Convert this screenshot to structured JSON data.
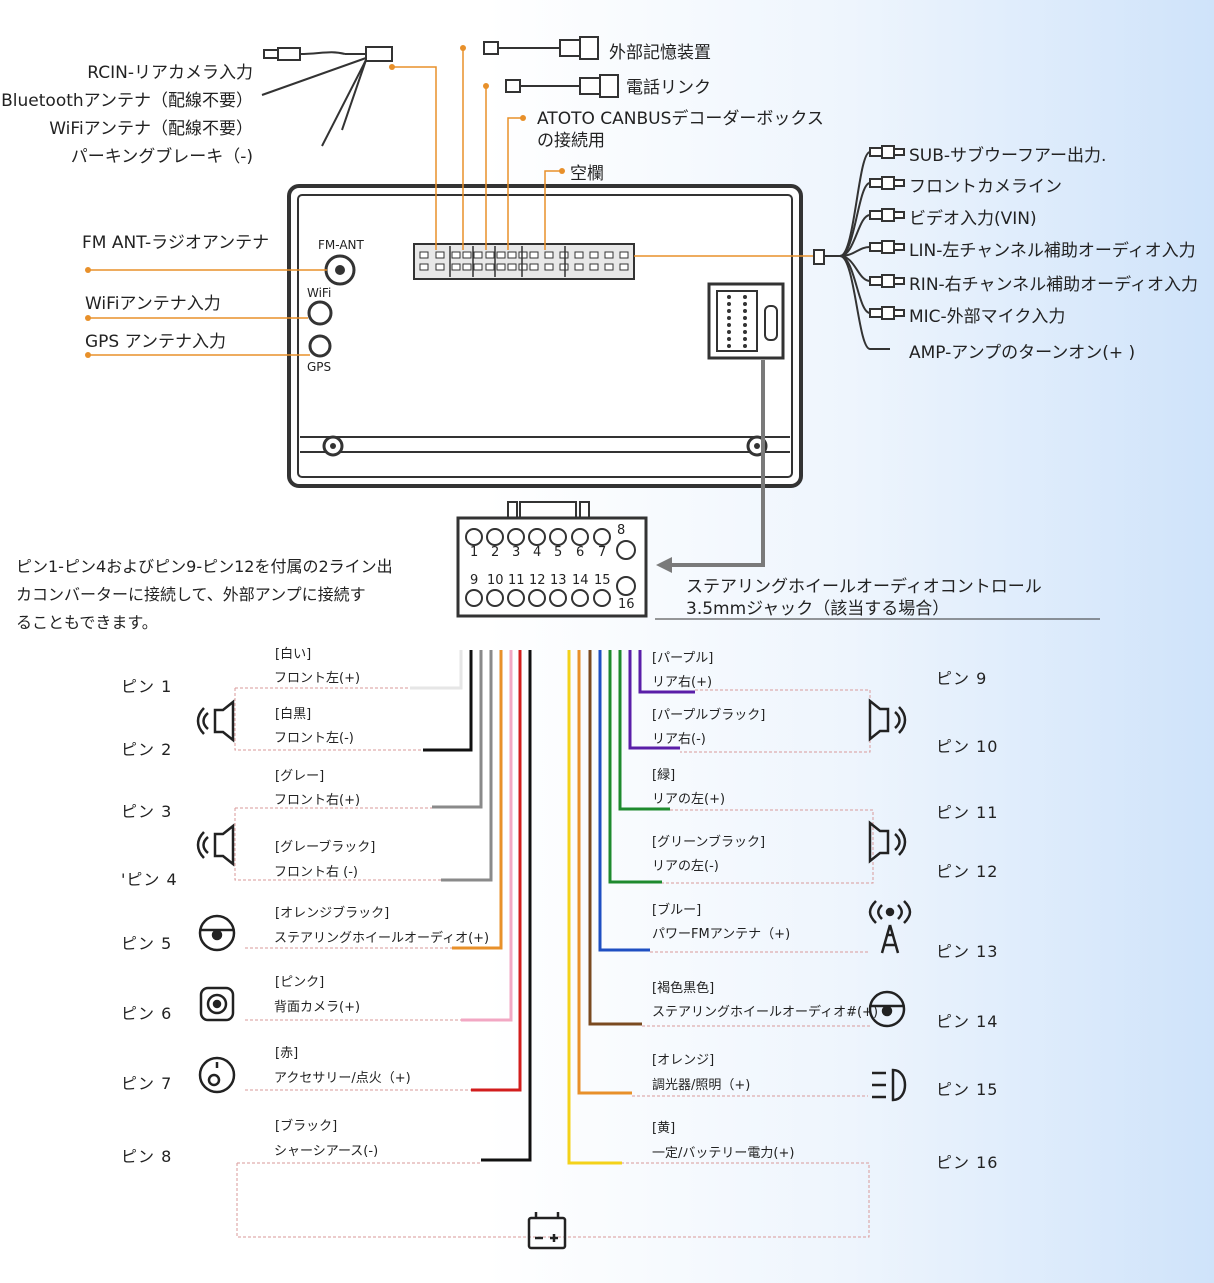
{
  "top_left_labels": [
    "RCIN-リアカメラ入力",
    "Bluetoothアンテナ（配線不要）",
    "WiFiアンテナ（配線不要）",
    "パーキングブレーキ（-)"
  ],
  "top_connectors": {
    "storage": "外部記憶装置",
    "phone": "電話リンク",
    "canbus": "ATOTO CANBUSデコーダーボックス",
    "canbus2": "の接続用",
    "blank": "空欄"
  },
  "left_antennas": {
    "fm": "FM ANT-ラジオアンテナ",
    "wifi": "WiFiアンテナ入力",
    "gps": "GPS アンテナ入力"
  },
  "unit_labels": {
    "fm": "FM-ANT",
    "wifi": "WiFi",
    "gps": "GPS"
  },
  "right_outputs": [
    "SUB-サブウーフアー出力.",
    "フロントカメライン",
    "ビデオ入力(VIN)",
    "LIN-左チャンネル補助オーディオ入力",
    "RIN-右チャンネル補助オーディオ入力",
    "MIC-外部マイク入力",
    "AMP-アンプのターンオン(+ )"
  ],
  "connector_pins": {
    "top": [
      "1",
      "2",
      "3",
      "4",
      "5",
      "6",
      "7",
      "8"
    ],
    "bottom": [
      "9",
      "10",
      "11",
      "12",
      "13",
      "14",
      "15",
      "16"
    ]
  },
  "note": [
    "ピン1-ピン4およびピン9-ピン12を付属の2ライン出",
    "カコンバーターに接続して、外部アンプに接続す",
    "ることもできます。"
  ],
  "steering_jack": [
    "ステアリングホイールオーディオコントロール",
    "3.5mmジャック（該当する場合）"
  ],
  "left_pins": [
    {
      "pin": "ピン 1",
      "color": "[白い]",
      "func": "フロント左(+)"
    },
    {
      "pin": "ピン 2",
      "color": "[白黒]",
      "func": "フロント左(-)"
    },
    {
      "pin": "ピン 3",
      "color": "[グレー]",
      "func": "フロント右(+)"
    },
    {
      "pin": "'ピン 4",
      "color": "[グレーブラック]",
      "func": "フロント右 (-)"
    },
    {
      "pin": "ピン 5",
      "color": "[オレンジブラック]",
      "func": "ステアリングホイールオーディオ(+)"
    },
    {
      "pin": "ピン 6",
      "color": "[ピンク]",
      "func": "背面カメラ(+)"
    },
    {
      "pin": "ピン 7",
      "color": "[赤]",
      "func": "アクセサリー/点火（+)"
    },
    {
      "pin": "ピン 8",
      "color": "[ブラック]",
      "func": "シャーシアース(-)"
    }
  ],
  "right_pins": [
    {
      "pin": "ピン 9",
      "color": "[パープル]",
      "func": "リア右(+)"
    },
    {
      "pin": "ピン 10",
      "color": "[パープルブラック]",
      "func": "リア右(-)"
    },
    {
      "pin": "ピン 11",
      "color": "[緑]",
      "func": "リアの左(+)"
    },
    {
      "pin": "ピン 12",
      "color": "[グリーンブラック]",
      "func": "リアの左(-)"
    },
    {
      "pin": "ピン 13",
      "color": "[ブルー]",
      "func": "パワーFMアンテナ（+)"
    },
    {
      "pin": "ピン 14",
      "color": "[褐色黒色]",
      "func": "ステアリングホイールオーディオ#(+)"
    },
    {
      "pin": "ピン 15",
      "color": "[オレンジ]",
      "func": "調光器/照明（+)"
    },
    {
      "pin": "ピン 16",
      "color": "[黄]",
      "func": "一定/バッテリー電力(+)"
    }
  ],
  "colors": {
    "orange_leader": "#e8902a",
    "wire_white": "#e6e6e6",
    "wire_black": "#111111",
    "wire_gray": "#8a8a8a",
    "wire_orange": "#e8902a",
    "wire_pink": "#f2a7c3",
    "wire_red": "#d21d1d",
    "wire_purple": "#5a1ea8",
    "wire_green": "#1e8a2e",
    "wire_blue": "#1f4fc2",
    "wire_brown": "#7a4a20",
    "wire_yellow": "#f4d21a",
    "dash_red": "#d99a9a"
  }
}
